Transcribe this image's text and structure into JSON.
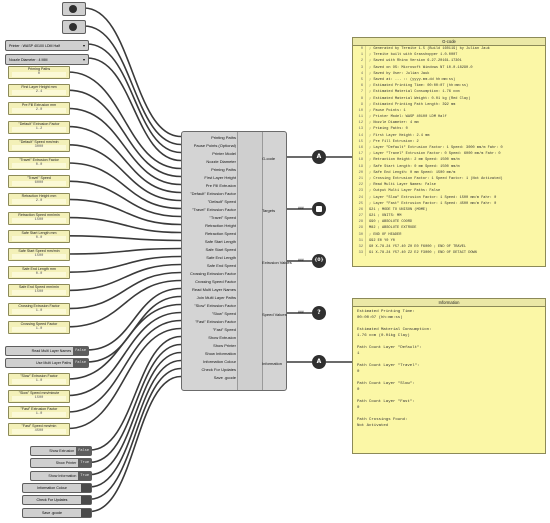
{
  "value_lists": [
    {
      "label": "Printer : WASP 40100 LDM Half"
    },
    {
      "label": "Nozzle Diameter : 4 MM"
    }
  ],
  "params": [
    {
      "label": "Priming Paths",
      "value": "0"
    },
    {
      "label": "First Layer Height mm",
      "value": "2.4"
    },
    {
      "label": "Pre Fill Extrusion mm",
      "value": "2.0"
    },
    {
      "label": "\"Default\" Extrusion Factor",
      "value": "1.2"
    },
    {
      "label": "\"Default\" Speed mm/min",
      "value": "3000"
    },
    {
      "label": "\"Travel\" Extrusion Factor",
      "value": "0.0"
    },
    {
      "label": "\"Travel\" Speed",
      "value": "6000"
    },
    {
      "label": "Retraction Height mm",
      "value": "2.0"
    },
    {
      "label": "Retraction Speed mm/min",
      "value": "1500"
    },
    {
      "label": "Safe Start Length mm",
      "value": "0.0"
    },
    {
      "label": "Safe Start Speed mm/min",
      "value": "1500"
    },
    {
      "label": "Safe End Length mm",
      "value": "0.0"
    },
    {
      "label": "Safe End Speed mm/min",
      "value": "1500"
    },
    {
      "label": "Crossing Extrusion Factor",
      "value": "1.0"
    },
    {
      "label": "Crossing Speed Factor",
      "value": "1.0"
    }
  ],
  "toggles_a": [
    {
      "label": "Read Multi Layer Names",
      "value": "False"
    },
    {
      "label": "Use Multi Layer Paths",
      "value": "False"
    }
  ],
  "params_b": [
    {
      "label": "\"Slow\" Extrusion Factor",
      "value": "1.0"
    },
    {
      "label": "\"Slow\" Speed mm/minute",
      "value": "1500"
    },
    {
      "label": "\"Fast\" Extrusion Factor",
      "value": "1.0"
    },
    {
      "label": "\"Fast\" Speed mm/min",
      "value": "4500"
    }
  ],
  "toggles_b": [
    {
      "label": "Show Extrusion",
      "value": "False"
    },
    {
      "label": "Show Printer",
      "value": "True"
    },
    {
      "label": "Show Information",
      "value": "True"
    }
  ],
  "buttons": [
    {
      "label": "Information Colour"
    },
    {
      "label": "Check For Updates"
    },
    {
      "label": "Save .gcode"
    }
  ],
  "component": {
    "inputs": [
      "Printing Paths",
      "Pause Points (Optional)",
      "Printer Model",
      "Nozzle Diameter",
      "Priming Paths",
      "First Layer Height",
      "Pre Fill Extrusion",
      "\"Default\" Extrusion Factor",
      "\"Default\" Speed",
      "\"Travel\" Extrusion Factor",
      "\"Travel\" Speed",
      "Retraction Height",
      "Retraction Speed",
      "Safe Start Length",
      "Safe Start Speed",
      "Safe End Length",
      "Safe End Speed",
      "Crossing Extrusion Factor",
      "Crossing Speed Factor",
      "Read Multi Layer Names",
      "Join Multi Layer Paths",
      "\"Slow\" Extrusion Factor",
      "\"Slow\" Speed",
      "\"Fast\" Extrusion Factor",
      "\"Fast\" Speed",
      "Show Extrusion",
      "Show Printer",
      "Show Information",
      "Information Colour",
      "Check For Updates",
      "Save .gcode"
    ],
    "outputs": [
      "G-code",
      "Targets",
      "Extrusion Values",
      "Speed Values",
      "Information"
    ]
  },
  "gcode_panel": {
    "title": "G-code",
    "lines": [
      [
        "0",
        "; Generated by Termite 1.5 (Build 160119) by Julian Jauk"
      ],
      [
        "1",
        "; Termite built with Grasshopper 1.0.0007"
      ],
      [
        "2",
        "; Saved with Rhino Version 6.27.20161.17301"
      ],
      [
        "3",
        "; Saved on OS: Microsoft Windows NT 10.0.18290.0"
      ],
      [
        "4",
        "; Saved by User: Julian Jauk"
      ],
      [
        "5",
        "; Saved at: ... :: (yyyy.mm.dd hh:mm:ss)"
      ],
      [
        "6",
        "; Estimated Printing Time: 00:00:07 (hh:mm:ss)"
      ],
      [
        "7",
        "; Estimated Material Consumption: 1.76 ccm"
      ],
      [
        "8",
        "; Estimated Material Weight: 0.01 kg (Red Clay)"
      ],
      [
        "9",
        "; Estimated Printing Path Length: 392 mm"
      ],
      [
        "10",
        "; Pause Points: 1"
      ],
      [
        "11",
        "; Printer Model: WASP 40100 LDM Half"
      ],
      [
        "12",
        "; Nozzle Diameter: 4 mm"
      ],
      [
        "13",
        "; Priming Paths: 0"
      ],
      [
        "14",
        "; First Layer Height: 2.4 mm"
      ],
      [
        "15",
        "; Pre Fill Extrusion: 2"
      ],
      [
        "16",
        "; Layer \"Default\" Extrusion Factor: 1 Speed: 3000 mm/m Fahr: 0"
      ],
      [
        "17",
        "; Layer \"Travel\" Extrusion Factor: 0 Speed: 6000 mm/m Fahr: 0"
      ],
      [
        "18",
        "; Retraction Height: 2 mm Speed: 1500 mm/m"
      ],
      [
        "19",
        "; Safe Start Length: 0 mm Speed: 1500 mm/m"
      ],
      [
        "20",
        "; Safe End Length: 0 mm Speed: 1500 mm/m"
      ],
      [
        "21",
        "; Crossing Extrusion Factor: 1 Speed Factor: 1 (Not Activated)"
      ],
      [
        "22",
        "; Read Multi Layer Names: False"
      ],
      [
        "23",
        "; Output Multi Layer Paths: False"
      ],
      [
        "24",
        "; Layer \"Slow\" Extrusion Factor: 1 Speed: 1500 mm/m Fahr: 0"
      ],
      [
        "25",
        "; Layer \"Fast\" Extrusion Factor: 1 Speed: 4500 mm/m Fahr: 0"
      ],
      [
        "26",
        "G21 ; MODE TO UNISON (MOME)"
      ],
      [
        "27",
        "G21 ; UNITS: MM"
      ],
      [
        "28",
        "G90 ; ABSOLUTE COORD"
      ],
      [
        "29",
        "M82 ; ABSOLUTE EXTRUDE"
      ],
      [
        "30",
        "; END OF HEADER"
      ],
      [
        "31",
        "G92 E0 Y0 Y0"
      ],
      [
        "32",
        "G0 X-78.24 Y57.40 Z0 E0 F6000 ; END OF TRAVEL"
      ],
      [
        "33",
        "G1 X-78.24 Y57.40 Z2 E2 F3000 ; END OF DETACT DOWN"
      ]
    ]
  },
  "info_panel": {
    "title": "Information",
    "lines": [
      "Estimated Printing Time:",
      "00:00:07 (hh:mm:ss)",
      "",
      "Estimated Material Consumption:",
      "1.76 ccm (0.01kg Clay)",
      "",
      "Path Count Layer \"Default\":",
      "1",
      "",
      "Path Count Layer \"Travel\":",
      "0",
      "",
      "Path Count Layer \"Slow\":",
      "0",
      "",
      "Path Count Layer \"Fast\":",
      "0",
      "",
      "Path Crossings Found:",
      "Not Activated"
    ]
  },
  "output_nodes": {
    "gcode_knob": "A",
    "targets_tag": "###",
    "extrusion_tag": "###",
    "extrusion_knob": "{0}",
    "speed_tag": "###",
    "speed_knob": "?",
    "info_knob": "A"
  }
}
